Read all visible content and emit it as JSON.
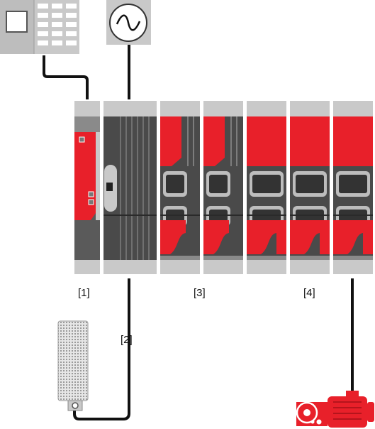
{
  "labels": {
    "controller": "[1]",
    "supply": "[2]",
    "axis_group_a": "[3]",
    "axis_group_b": "[4]"
  },
  "icons": [
    "control-panel-icon",
    "ac-source-icon",
    "braking-resistor-icon",
    "gear-motor-icon"
  ],
  "colors": {
    "red": "#e8202a",
    "dark_red": "#b5141c",
    "cabinet_gray": "#c8c8c8",
    "module_dark": "#4a4a4a",
    "cable": "#111111"
  }
}
